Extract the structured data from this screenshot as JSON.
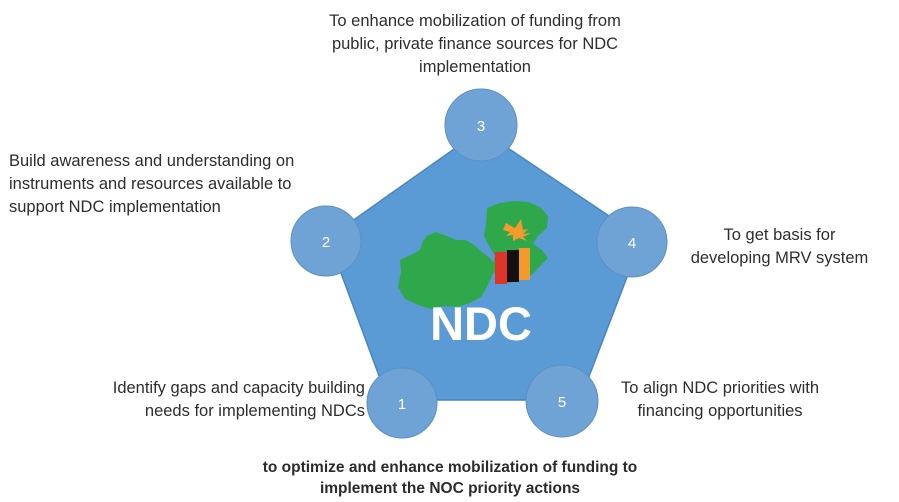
{
  "center_label": "NDC",
  "nodes": [
    {
      "number": "1",
      "lines": [
        "Identify gaps and capacity building",
        "needs for implementing NDCs"
      ]
    },
    {
      "number": "2",
      "lines": [
        "Build awareness and understanding on",
        "instruments and resources available to",
        "support NDC implementation"
      ]
    },
    {
      "number": "3",
      "lines": [
        "To enhance mobilization of funding from",
        "public, private finance sources for NDC",
        "implementation"
      ]
    },
    {
      "number": "4",
      "lines": [
        "To get basis for",
        "developing MRV system"
      ]
    },
    {
      "number": "5",
      "lines": [
        "To align NDC priorities with",
        "financing opportunities"
      ]
    }
  ],
  "footer": {
    "line1": "to optimize and enhance mobilization of funding to",
    "line2": "implement the NOC priority actions"
  },
  "colors": {
    "pentagon": "#5b9bd5",
    "circle": "#6fa3d6",
    "map": "#2ea84a",
    "flag_red": "#e0342b",
    "flag_black": "#111111",
    "flag_orange": "#f39a2c"
  }
}
